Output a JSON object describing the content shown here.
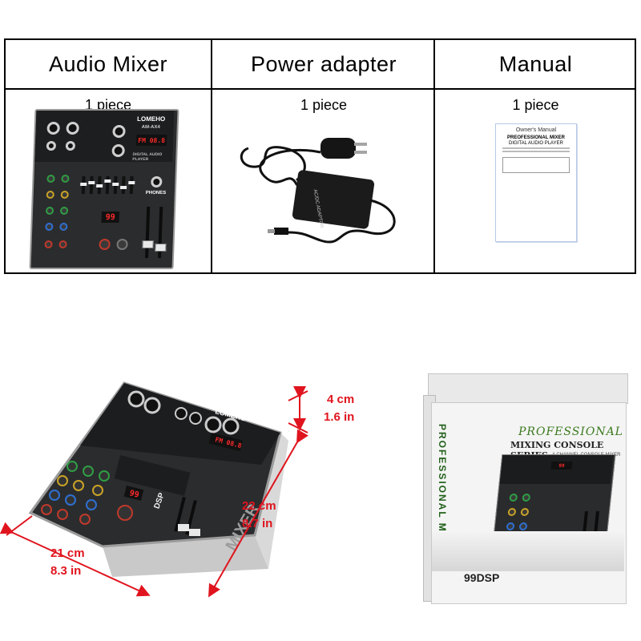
{
  "package_contents": {
    "items": [
      {
        "name": "Audio Mixer",
        "quantity": "1 piece"
      },
      {
        "name": "Power adapter",
        "quantity": "1 piece"
      },
      {
        "name": "Manual",
        "quantity": "1 piece"
      }
    ]
  },
  "mixer_small": {
    "brand": "LOMEHO",
    "model": "AM-AX4",
    "display": "FM 08.8",
    "effect_display": "99",
    "phones_label": "PHONES",
    "player_label": "DIGITAL AUDIO PLAYER"
  },
  "adapter": {
    "label": "AC/DC ADAPTOR"
  },
  "manual": {
    "header": "Owner's Manual",
    "title": "PREOFESSIONAL MIXER",
    "subtitle": "DIGITAL AUDIO PLAYER"
  },
  "dimensions": {
    "height_cm": "4  cm",
    "height_in": "1.6 in",
    "depth_cm": "22 cm",
    "depth_in": "8.7 in",
    "width_cm": "21 cm",
    "width_in": "8.3 in"
  },
  "mixer_large": {
    "brand": "LOMEHO",
    "display": "FM 08.8",
    "effect_display": "99",
    "dsp_label": "DSP",
    "side_label": "MIXER"
  },
  "box": {
    "title": "PROFESSIONAL",
    "subtitle": "MIXING CONSOLE SERIES",
    "tagline": "4-CHANNEL CONSOLE MIXER",
    "spine": "PROFESSIONAL MIXER",
    "bottom": "99DSP"
  },
  "colors": {
    "arrow": "#e0141e",
    "box_title": "#3b7a1e",
    "mixer_body": "#2b2c2e"
  }
}
